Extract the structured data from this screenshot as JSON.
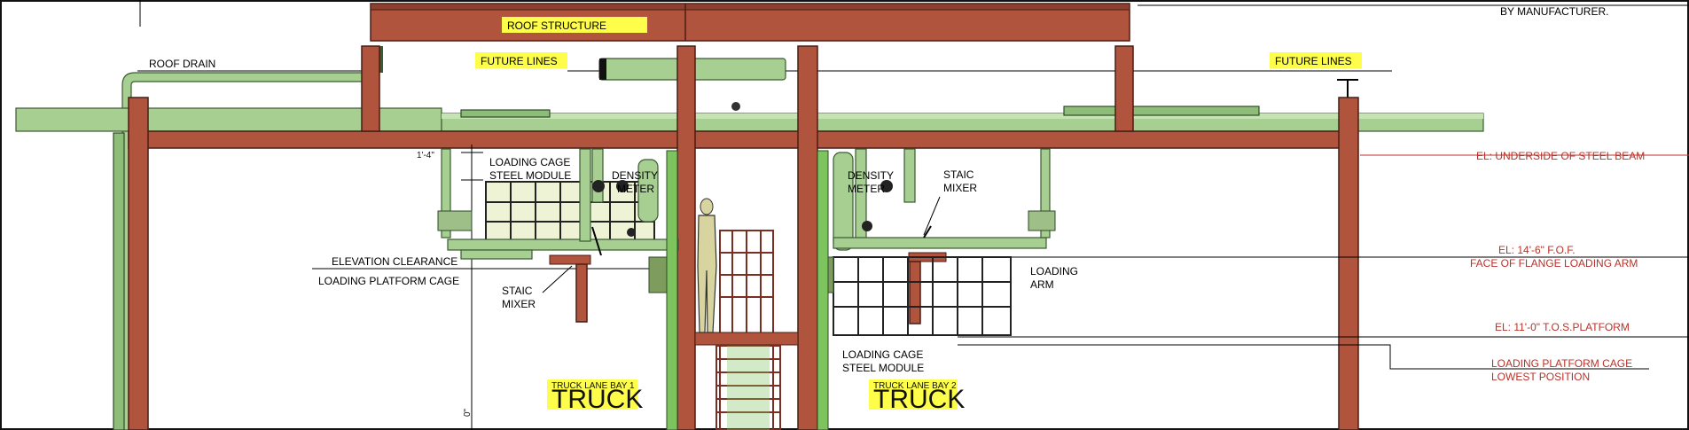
{
  "labels": {
    "by_manufacturer": "BY MANUFACTURER.",
    "roof_structure": "ROOF STRUCTURE",
    "roof_drain": "ROOF DRAIN",
    "future_lines_left": "FUTURE LINES",
    "future_lines_right": "FUTURE LINES",
    "dim_1_4": "1'-4\"",
    "loading_cage_module_left_1": "LOADING CAGE",
    "loading_cage_module_left_2": "STEEL MODULE",
    "density_meter_left_1": "DENSITY",
    "density_meter_left_2": "METER",
    "density_meter_right_1": "DENSITY",
    "density_meter_right_2": "METER",
    "staic_mixer_right_1": "STAIC",
    "staic_mixer_right_2": "MIXER",
    "staic_mixer_left_1": "STAIC",
    "staic_mixer_left_2": "MIXER",
    "elevation_clearance": "ELEVATION CLEARANCE",
    "loading_platform_cage": "LOADING PLATFORM CAGE",
    "loading_arm_1": "LOADING",
    "loading_arm_2": "ARM",
    "loading_cage_module_right_1": "LOADING CAGE",
    "loading_cage_module_right_2": "STEEL MODULE",
    "truck_left": "TRUCK",
    "truck_right": "TRUCK",
    "bay_left": "TRUCK LANE BAY 1",
    "bay_right": "TRUCK LANE BAY 2",
    "dim_vertical": "0\"",
    "el_steel_beam": "EL: UNDERSIDE OF STEEL BEAM",
    "el_14_6": "EL: 14'-6\" F.O.F.",
    "face_of_flange": "FACE OF FLANGE LOADING ARM",
    "el_11_0": "EL: 11'-0\" T.O.S.PLATFORM",
    "loading_platform_cage_r1": "LOADING PLATFORM CAGE",
    "loading_platform_cage_r2": "LOWEST POSITION"
  },
  "colors": {
    "steel": "#b0543e",
    "pipe": "#a8cf92",
    "highlight": "#fdfd4a",
    "elevation_text": "#b8322a"
  },
  "icons": [
    "person-figure",
    "ladder"
  ]
}
